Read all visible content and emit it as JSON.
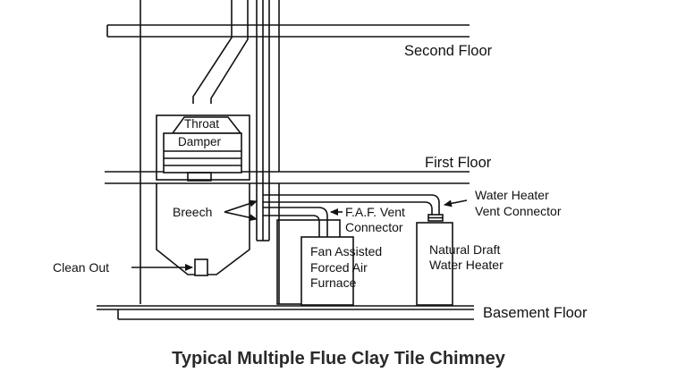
{
  "floors": {
    "second": "Second Floor",
    "first": "First Floor",
    "basement": "Basement Floor"
  },
  "labels": {
    "throat": "Throat",
    "damper": "Damper",
    "breech": "Breech",
    "clean_out": "Clean Out",
    "faf_vent_1": "F.A.F. Vent",
    "faf_vent_2": "Connector",
    "wh_vent_1": "Water Heater",
    "wh_vent_2": "Vent Connector",
    "furnace_1": "Fan Assisted",
    "furnace_2": "Forced Air",
    "furnace_3": "Furnace",
    "heater_1": "Natural Draft",
    "heater_2": "Water Heater"
  },
  "caption": "Typical Multiple Flue Clay Tile Chimney",
  "colors": {
    "line": "#111111",
    "caption": "#2a2a2a",
    "background": "#ffffff"
  }
}
